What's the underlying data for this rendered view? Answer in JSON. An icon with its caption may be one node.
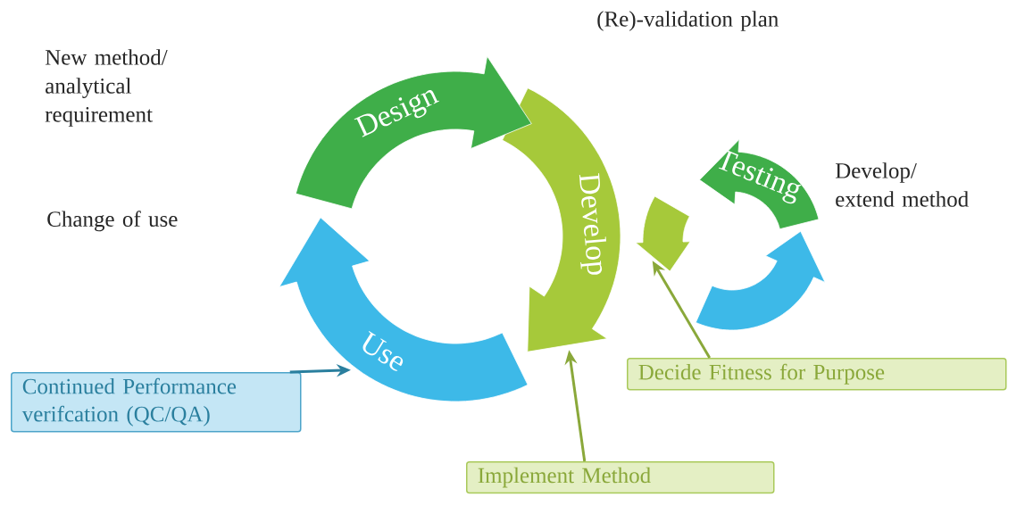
{
  "diagram": {
    "nodes": [
      {
        "text": [
          "Design"
        ]
      },
      {
        "text": [
          "Develop"
        ]
      },
      {
        "text": [
          "Testing"
        ]
      },
      {
        "text": [
          "Use"
        ]
      },
      {
        "text": [],
        "shape": "arrow"
      },
      {
        "text": [],
        "shape": "arrow"
      },
      {
        "text": [
          "Continued Performance verifcation (QC/QA)"
        ]
      },
      {
        "text": [
          "Implement Method"
        ]
      },
      {
        "text": [
          "Decide Fitness for Purpose"
        ]
      }
    ],
    "edges": [
      {
        "from": 6,
        "to": 3,
        "arrow": "to",
        "color": "#2a7f9e"
      },
      {
        "from": 7,
        "to": 1,
        "arrow": "to"
      },
      {
        "from": 8,
        "to": 5,
        "arrow": "to"
      }
    ],
    "labels": [
      "New method/ analytical requirement",
      "(Re)-validation plan",
      "Develop/ extend method",
      "Change of use"
    ]
  }
}
